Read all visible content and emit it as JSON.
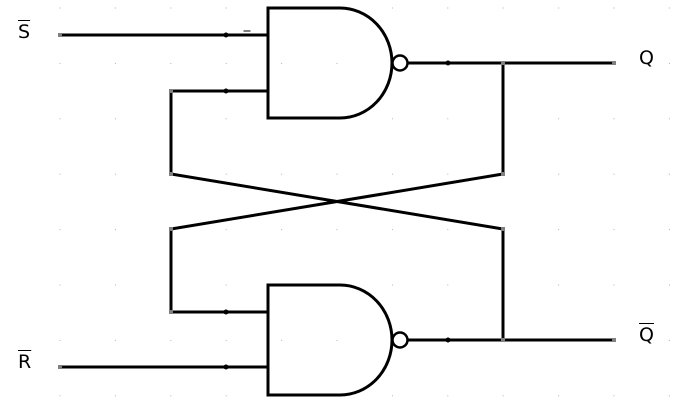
{
  "title": "SR NAND latch",
  "labels": {
    "s_bar": "S",
    "r_bar": "R",
    "q": "Q",
    "q_bar": "Q"
  },
  "colors": {
    "wire": "#000000",
    "grid": "#b0b0b0",
    "terminal": "#808080"
  }
}
